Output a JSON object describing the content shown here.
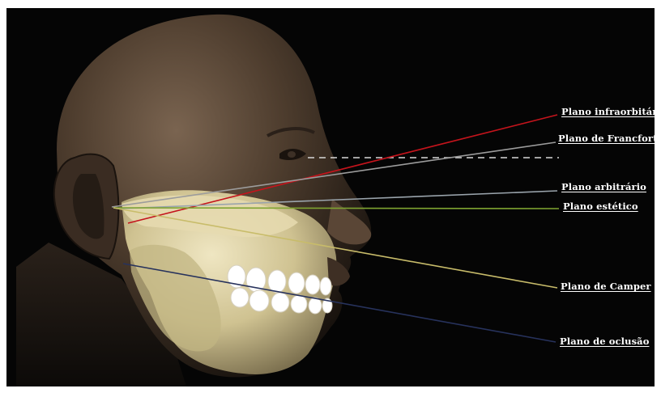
{
  "planes": [
    {
      "id": "infraorbitario",
      "label": "Plano infraorbitário",
      "color": "#c4141c"
    },
    {
      "id": "francfort",
      "label": "Plano de Francfort",
      "color": "#9c9c9c"
    },
    {
      "id": "arbitrario",
      "label": "Plano arbitrário",
      "color": "#9aa4ac"
    },
    {
      "id": "estetico",
      "label": "Plano estético",
      "color": "#7fa431"
    },
    {
      "id": "camper",
      "label": "Plano de Camper",
      "color": "#c8bc6a"
    },
    {
      "id": "oclusao",
      "label": "Plano de oclusão",
      "color": "#27325c"
    }
  ],
  "colors": {
    "background": "#050505",
    "skin": "#4a3a2c",
    "bone": "#d8cc9c",
    "teeth": "#ffffff",
    "label_text": "#ffffff"
  }
}
